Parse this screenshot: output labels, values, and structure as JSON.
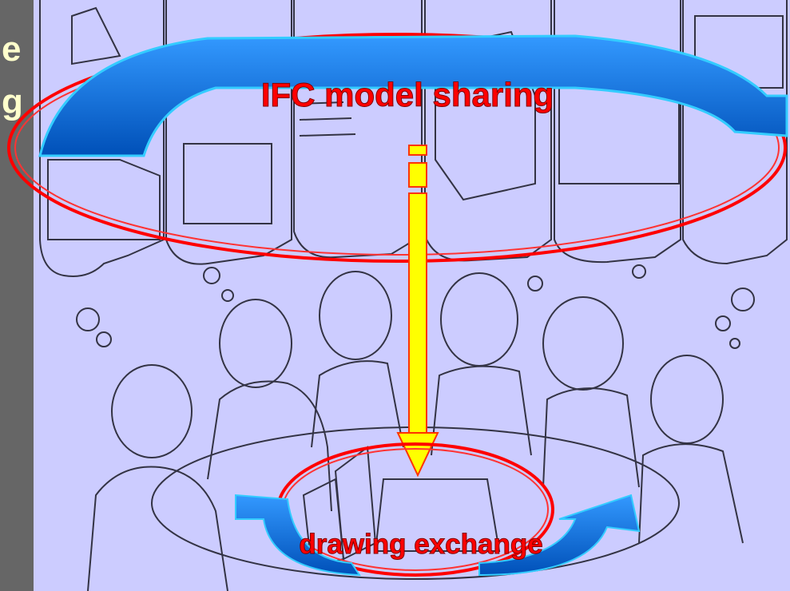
{
  "slide": {
    "top_label": "IFC model sharing",
    "bottom_label": "drawing exchange",
    "edge_letters": [
      "e",
      "g"
    ],
    "colors": {
      "slide_background": "#666666",
      "panel_background": "#ccccff",
      "ellipse_stroke": "#ff0000",
      "arrow_fill": "#0066cc",
      "arrow_highlight": "#33ccff",
      "down_arrow_fill": "#ffff00",
      "label_color": "#ff0000"
    }
  }
}
